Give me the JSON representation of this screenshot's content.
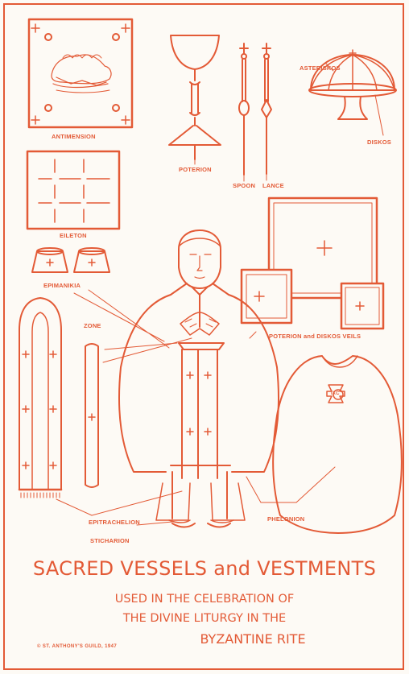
{
  "labels": {
    "antimension": "ANTIMENSION",
    "poterion": "POTERION",
    "spoon": "SPOON",
    "lance": "LANCE",
    "asteriskos": "ASTERISKOS",
    "diskos": "DISKOS",
    "eileton": "EILETON",
    "epimanikia": "EPIMANIKIA",
    "zone": "ZONE",
    "veils": "POTERION and DISKOS VEILS",
    "epitrachelion": "EPITRACHELION",
    "sticharion": "STICHARION",
    "phelonion": "PHELONION",
    "chi_rho_monogram": "IXC"
  },
  "title": {
    "line1": "SACRED VESSELS and VESTMENTS",
    "line2": "USED IN THE CELEBRATION OF",
    "line3": "THE DIVINE LITURGY IN THE",
    "line4": "BYZANTINE RITE"
  },
  "copyright": "© ST. ANTHONY'S GUILD, 1947",
  "colors": {
    "ink": "#e35a36",
    "paper": "#fdfaf5"
  }
}
